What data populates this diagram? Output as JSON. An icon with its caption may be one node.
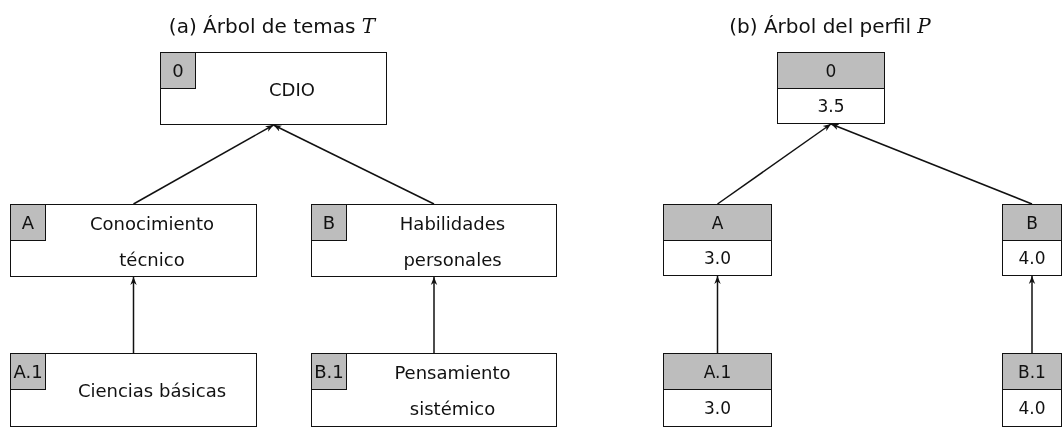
{
  "diagram": {
    "nodes": [
      {
        "text": [
          "0",
          "CDIO"
        ]
      },
      {
        "text": [
          "A",
          "Conocimiento técnico"
        ]
      },
      {
        "text": [
          "B",
          "Habilidades personales"
        ]
      },
      {
        "text": [
          "A.1",
          "Ciencias básicas"
        ]
      },
      {
        "text": [
          "B.1",
          "Pensamiento sistémico"
        ]
      },
      {
        "text": [
          "0",
          "3.5"
        ]
      },
      {
        "text": [
          "A",
          "3.0"
        ]
      },
      {
        "text": [
          "B",
          "4.0"
        ]
      },
      {
        "text": [
          "A.1",
          "3.0"
        ]
      },
      {
        "text": [
          "B.1",
          "4.0"
        ]
      }
    ],
    "edges": [
      {
        "from": 1,
        "to": 0,
        "arrow": "to"
      },
      {
        "from": 2,
        "to": 0,
        "arrow": "to"
      },
      {
        "from": 3,
        "to": 1,
        "arrow": "to"
      },
      {
        "from": 4,
        "to": 2,
        "arrow": "to"
      },
      {
        "from": 6,
        "to": 5,
        "arrow": "to"
      },
      {
        "from": 7,
        "to": 5,
        "arrow": "to"
      },
      {
        "from": 8,
        "to": 6,
        "arrow": "to"
      },
      {
        "from": 9,
        "to": 7,
        "arrow": "to"
      }
    ],
    "labels": [
      "(a) Árbol de temas *T*",
      "(b) Árbol del perfil *P*"
    ]
  }
}
